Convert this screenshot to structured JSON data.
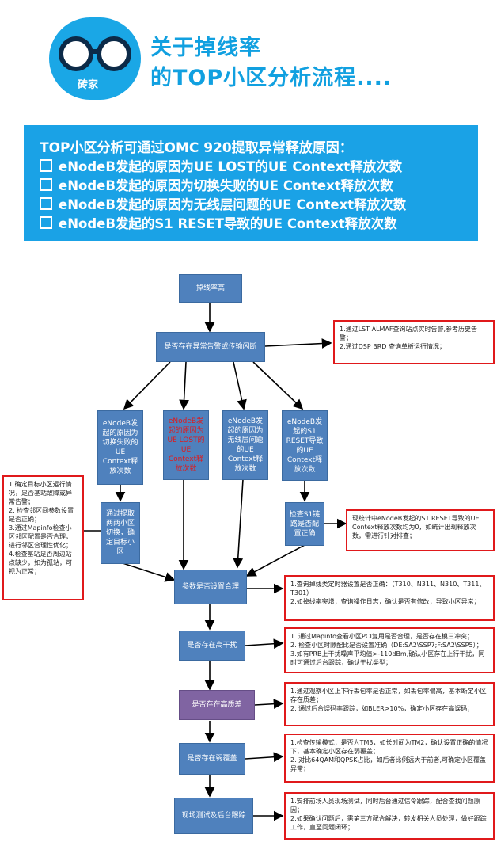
{
  "header": {
    "logo_text": "砖家",
    "headline_line1": "关于掉线率",
    "headline_line2": "的TOP小区分析流程...."
  },
  "banner": {
    "title": "TOP小区分析可通过OMC 920提取异常释放原因：",
    "items": [
      "eNodeB发起的原因为UE LOST的UE Context释放次数",
      "eNodeB发起的原因为切换失败的UE Context释放次数",
      "eNodeB发起的原因为无线层问题的UE Context释放次数",
      "eNodeB发起的S1 RESET导致的UE Context释放次数"
    ]
  },
  "flow": {
    "start": "掉线率高",
    "alarm_check": "是否存在异常告警或传输闪断",
    "branch_handover": "eNodeB发起的原因为切换失败的UE Context释放次数",
    "branch_uelost": "eNodeB发起的原因为UE LOST的UE Context释放次数",
    "branch_radio": "eNodeB发起的原因为无线层问题的UE Context释放次数",
    "branch_s1": "eNodeB发起的S1 RESET导致的UE Context释放次数",
    "handover_action": "通过提取两两小区切换，确定目标小区",
    "s1_action": "检查S1链路是否配置正确",
    "param_check": "参数是否设置合理",
    "interference_check": "是否存在高干扰",
    "quality_check": "是否存在高质差",
    "coverage_check": "是否存在弱覆盖",
    "field_test": "现场测试及后台跟踪"
  },
  "notes": {
    "alarm": [
      "1.通过LST ALMAF查询站点实时告警,参考历史告警；",
      "2.通过DSP BRD 查询单板运行情况；"
    ],
    "handover": [
      "1.确定目标小区运行情况，是否基站故障或异常告警；",
      "2. 检查邻区间参数设置是否正确；",
      "3.通过Mapinfo检查小区邻区配置是否合理，进行邻区合理性优化；",
      "4.检查基站是否周边站点缺少，如为孤站，可视为正常；"
    ],
    "s1": [
      "现统计中eNodeB发起的S1 RESET导致的UE Context释放次数均为0，如统计出现释放次数，需进行针对排查；"
    ],
    "param": [
      "1.查询掉线类定时器设置是否正确：（T310、N311、N310、T311、T301）",
      "2.如掉线率突增，查询操作日志，确认是否有修改，导致小区异常；"
    ],
    "interference": [
      "1. 通过Mapinfo查看小区PCI复用是否合理，是否存在模三冲突；",
      "2. 检查小区时隙配比是否设置准确（DE:SA2\\SSP7;F:SA2\\SSP5）；",
      "3.如有PRB上干扰噪声平均值>-110dBm,确认小区存在上行干扰，同时可通过后台跟踪，确认干扰类型；"
    ],
    "quality": [
      "1.通过观察小区上下行丢包率是否正常，如丢包率偏高，基本断定小区存在质差；",
      "2. 通过后台误码率跟踪，如BLER>10%，确定小区存在高误码；"
    ],
    "coverage": [
      "1.检查传输模式，是否为TM3，如长时间为TM2，确认设置正确的情况下，基本确定小区存在弱覆盖；",
      "2. 对比64QAM和QPSK占比，如后者比例远大于前者,可确定小区覆盖异常；"
    ],
    "field": [
      "1.安排前场人员现场测试，同时后台通过信令跟踪，配合查找问题原因；",
      "2.如果确认问题后，需第三方配合解决，转发相关人员处理，做好跟踪工作，直至问题闭环；"
    ]
  },
  "colors": {
    "box": "#4f81bd",
    "purple": "#8064a2",
    "note_border": "#e0191b",
    "banner": "#1aa2e6"
  }
}
